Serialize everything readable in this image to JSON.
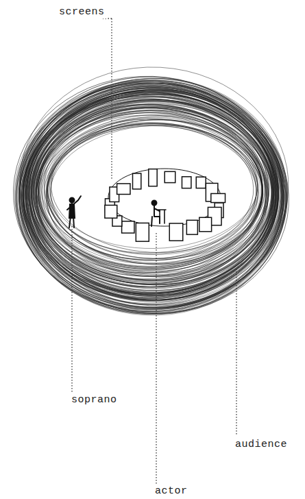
{
  "diagram": {
    "labels": [
      "screens",
      "soprano",
      "actor",
      "audience"
    ]
  }
}
